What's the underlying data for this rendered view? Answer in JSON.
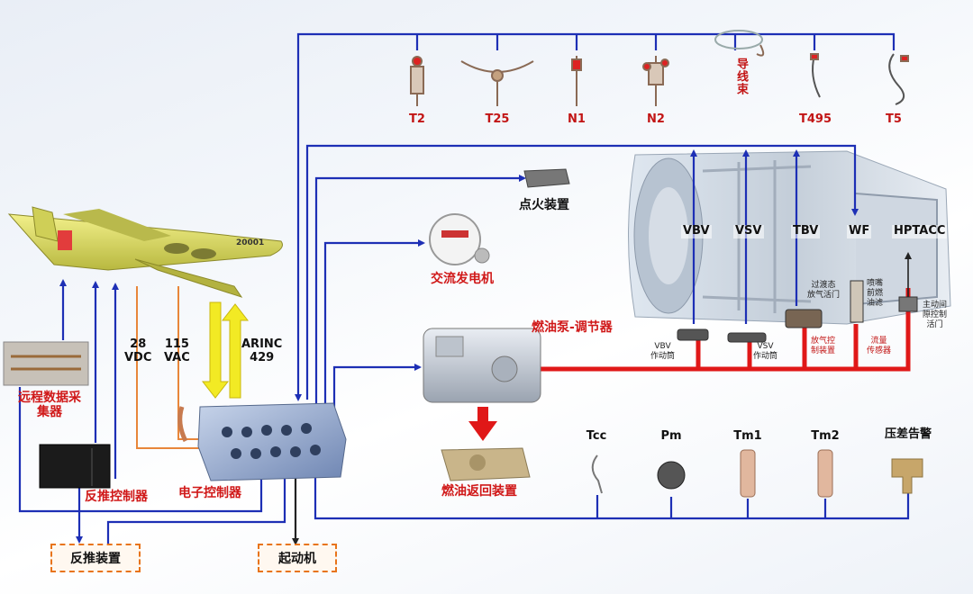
{
  "top_sensors": [
    {
      "label": "T2"
    },
    {
      "label": "T25"
    },
    {
      "label": "N1"
    },
    {
      "label": "N2"
    },
    {
      "label": "导线束"
    },
    {
      "label": "T495"
    },
    {
      "label": "T5"
    }
  ],
  "components": {
    "ignition": "点火装置",
    "ac_generator": "交流发电机",
    "fuel_pump": "燃油泵-调节器",
    "fuel_return": "燃油返回装置",
    "remote_data": "远程数据采集器",
    "thrust_reverse_controller": "反推控制器",
    "ecu": "电子控制器",
    "thrust_reverser": "反推装置",
    "starter": "起动机"
  },
  "power_labels": {
    "dc": "28\nVDC",
    "ac": "115\nVAC",
    "bus": "ARINC\n429"
  },
  "engine_labels": [
    "VBV",
    "VSV",
    "TBV",
    "WF",
    "HPTACC"
  ],
  "actuators": {
    "vbv": "VBV\n作动筒",
    "vsv": "VSV\n作动筒",
    "tbv_valve": "过渡态\n放气活门",
    "tbv_ctrl": "放气控\n制装置",
    "nozzle": "喷嘴\n前燃\n油滤",
    "flow": "流量\n传感器",
    "hptacc": "主动间\n隙控制\n活门"
  },
  "bottom_sensors": [
    {
      "label": "Tcc"
    },
    {
      "label": "Pm"
    },
    {
      "label": "Tm1"
    },
    {
      "label": "Tm2"
    },
    {
      "label": "压差告警"
    }
  ],
  "aircraft_mark": "20001",
  "colors": {
    "signal_line": "#1d2fb5",
    "fuel_line": "#e01818",
    "power_line": "#e8863a",
    "arinc_arrow": "#f2ea24",
    "label_red": "#d01818"
  }
}
